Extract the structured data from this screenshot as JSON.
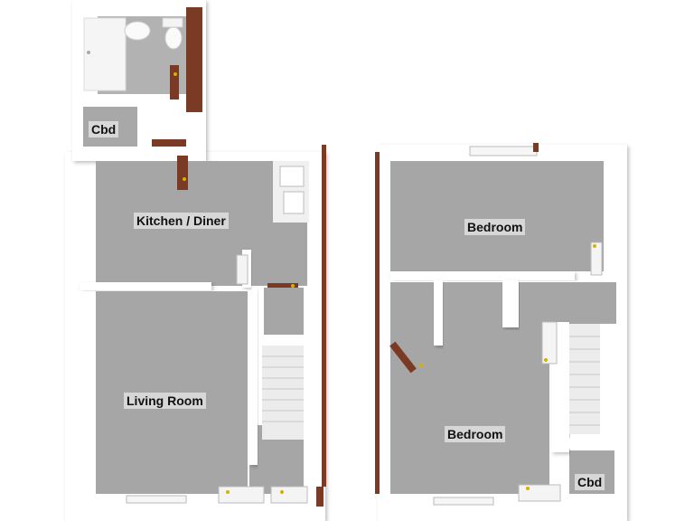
{
  "rooms": {
    "cbd_ground": "Cbd",
    "kitchen": "Kitchen / Diner",
    "living": "Living Room",
    "bedroom_back": "Bedroom",
    "bedroom_front": "Bedroom",
    "cbd_first": "Cbd"
  },
  "colors": {
    "floor": "#a6a6a6",
    "wall": "#ffffff",
    "wall_shadow": "#cfcfcf",
    "door_wood": "#7a3a24",
    "handle": "#d8b000"
  }
}
